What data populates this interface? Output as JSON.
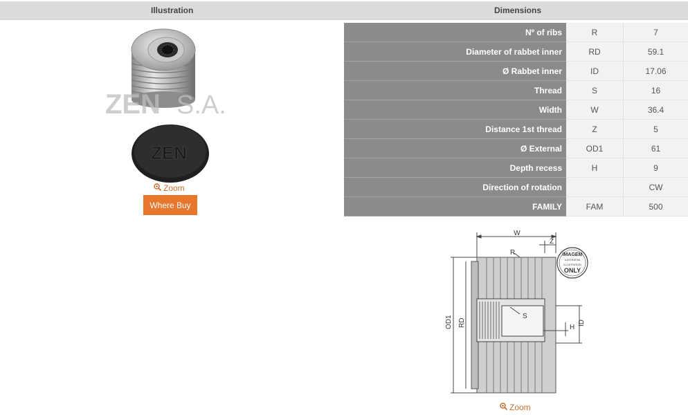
{
  "header": {
    "illustration_label": "Illustration",
    "dimensions_label": "Dimensions"
  },
  "left": {
    "watermark": "ZEN S.A.",
    "cap_logo": "ZEN",
    "zoom_label": "Zoom",
    "where_buy_label": "Where Buy"
  },
  "dimensions": [
    {
      "label": "Nº of ribs",
      "code": "R",
      "value": "7"
    },
    {
      "label": "Diameter of rabbet inner",
      "code": "RD",
      "value": "59.1"
    },
    {
      "label": "Ø Rabbet inner",
      "code": "ID",
      "value": "17.06"
    },
    {
      "label": "Thread",
      "code": "S",
      "value": "16"
    },
    {
      "label": "Width",
      "code": "W",
      "value": "36.4"
    },
    {
      "label": "Distance 1st thread",
      "code": "Z",
      "value": "5"
    },
    {
      "label": "Ø External",
      "code": "OD1",
      "value": "61"
    },
    {
      "label": "Depth recess",
      "code": "H",
      "value": "9"
    },
    {
      "label": "Direction of rotation",
      "code": "",
      "value": "CW"
    },
    {
      "label": "FAMILY",
      "code": "FAM",
      "value": "500"
    }
  ],
  "diagram": {
    "labels": {
      "w": "W",
      "z": "Z",
      "r": "R",
      "s": "S",
      "h": "H",
      "id": "ID",
      "od1": "OD1",
      "rd": "RD"
    },
    "stamp_top": "IMAGEM",
    "stamp_mid": "ILUSTRATIVA",
    "stamp_mid2": "ILLUSTRATION",
    "stamp_bottom": "ONLY",
    "zoom_label": "Zoom"
  },
  "colors": {
    "accent": "#e8772e",
    "label_bg": "#8b8b8b",
    "header_bg": "#dcdcdc"
  }
}
